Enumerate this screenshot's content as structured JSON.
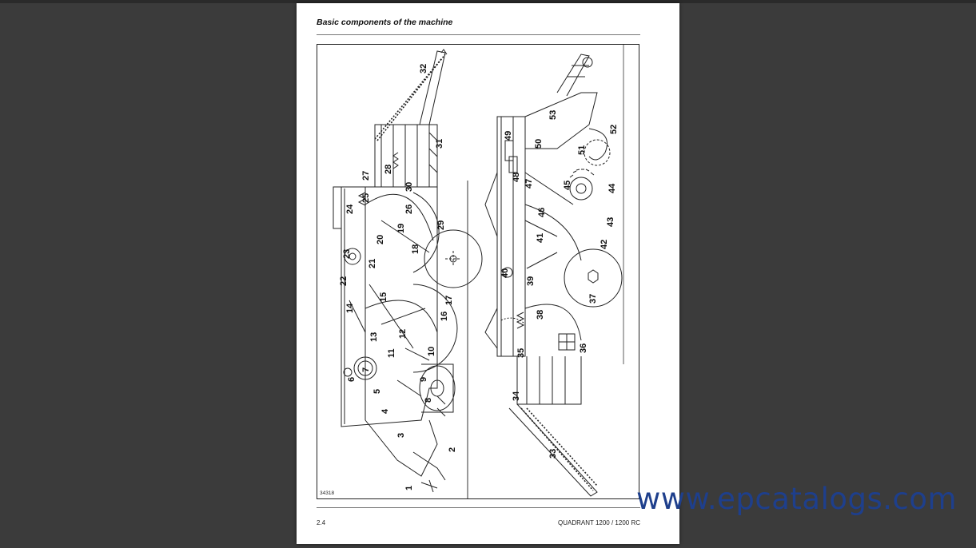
{
  "document": {
    "title": "Basic components of the machine",
    "figure_id": "34318",
    "page_number": "2.4",
    "model": "QUADRANT 1200 / 1200 RC"
  },
  "watermark": "www.epcatalogs.com",
  "callouts_left": [
    "1",
    "2",
    "3",
    "4",
    "5",
    "6",
    "7",
    "8",
    "9",
    "10",
    "11",
    "12",
    "13",
    "14",
    "15",
    "16",
    "17",
    "18",
    "19",
    "20",
    "21",
    "22",
    "23",
    "24",
    "25",
    "26",
    "27",
    "28",
    "29",
    "30",
    "31",
    "32"
  ],
  "callouts_right": [
    "33",
    "34",
    "35",
    "36",
    "37",
    "38",
    "39",
    "40",
    "41",
    "42",
    "43",
    "44",
    "45",
    "46",
    "47",
    "48",
    "49",
    "50",
    "51",
    "52",
    "53"
  ],
  "colors": {
    "background": "#3b3b3b",
    "page": "#ffffff",
    "watermark": "#1e3f8c"
  }
}
